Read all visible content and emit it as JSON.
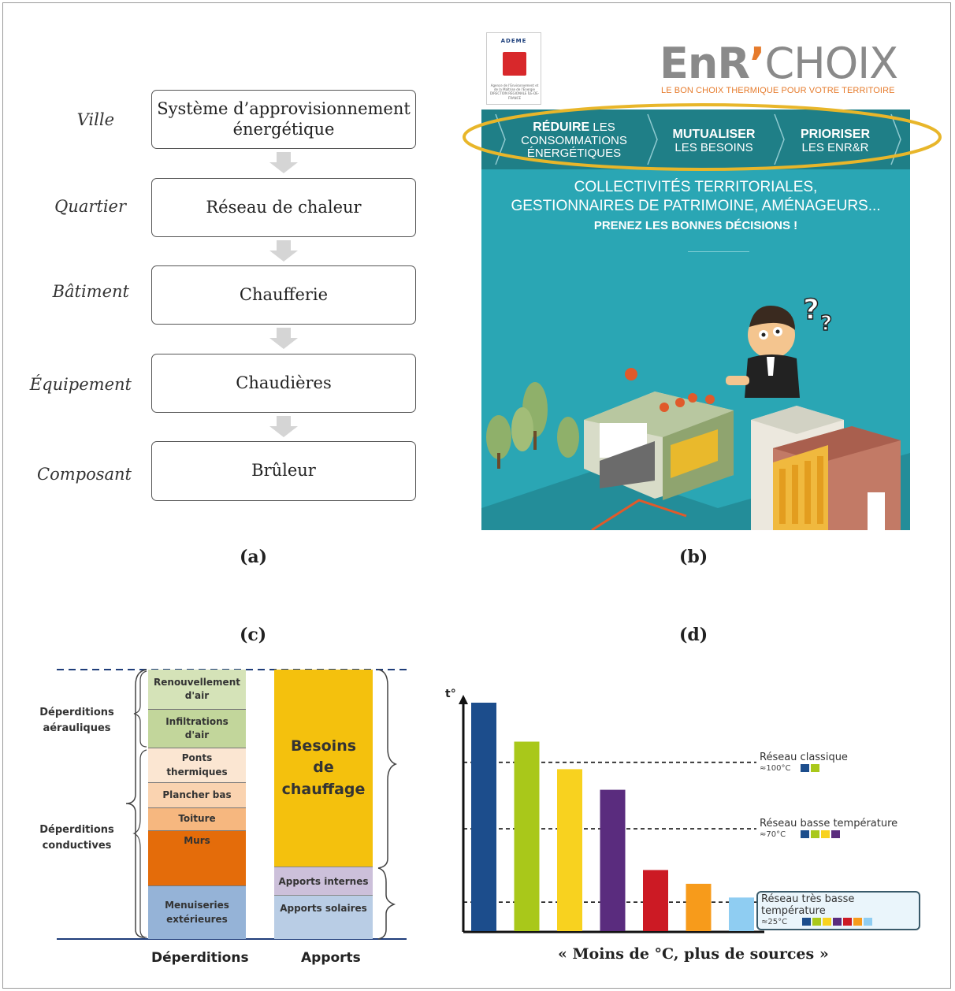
{
  "panel_a": {
    "caption": "(a)",
    "rows": [
      {
        "level": "Ville",
        "box": "Système d’approvisionnement énergétique"
      },
      {
        "level": "Quartier",
        "box": "Réseau de chaleur"
      },
      {
        "level": "Bâtiment",
        "box": "Chaufferie"
      },
      {
        "level": "Équipement",
        "box": "Chaudières"
      },
      {
        "level": "Composant",
        "box": "Brûleur"
      }
    ]
  },
  "panel_b": {
    "caption": "(b)",
    "ademe_text": "ADEME",
    "ademe_sub": "Agence de l'Environnement et de la Maîtrise de l'Énergie DIRECTION RÉGIONALE ÎLE-DE-FRANCE",
    "logo_bold": "EnR",
    "logo_light": "CHOIX",
    "tagline": "LE BON CHOIX THERMIQUE POUR VOTRE TERRITOIRE",
    "nav": [
      {
        "bold": "RÉDUIRE",
        "rest1": " LES",
        "rest2": "CONSOMMATIONS",
        "rest3": "ÉNERGÉTIQUES"
      },
      {
        "bold": "MUTUALISER",
        "rest1": "LES BESOINS"
      },
      {
        "bold": "PRIORISER",
        "rest1": "LES ENR&R"
      }
    ],
    "hero_line1": "COLLECTIVITÉS TERRITORIALES,",
    "hero_line2": "GESTIONNAIRES DE PATRIMOINE, AMÉNAGEURS...",
    "hero_cta": "PRENEZ LES BONNES DÉCISIONS !",
    "highlight_color": "#e8b62a"
  },
  "panel_c": {
    "caption": "(c)",
    "group_labels": {
      "aerauliques": [
        "Déperditions",
        "aérauliques"
      ],
      "conductives": [
        "Déperditions",
        "conductives"
      ]
    },
    "deperditions": [
      {
        "label": "Renouvellement d'air",
        "color": "#d5e3b8"
      },
      {
        "label": "Infiltrations d'air",
        "color": "#c2d69b"
      },
      {
        "label": "Ponts thermiques",
        "color": "#fbe6d2"
      },
      {
        "label": "Plancher bas",
        "color": "#fad3b0"
      },
      {
        "label": "Toiture",
        "color": "#f6b77f"
      },
      {
        "label": "Murs",
        "color": "#e46c0a"
      },
      {
        "label": "Menuiseries extérieures",
        "color": "#95b3d7"
      }
    ],
    "apports": [
      {
        "label": "Besoins de chauffage",
        "color": "#f4c10d"
      },
      {
        "label": "Apports internes",
        "color": "#ccc0da"
      },
      {
        "label": "Apports solaires",
        "color": "#b9cde5"
      }
    ],
    "xlabels": [
      "Déperditions",
      "Apports"
    ]
  },
  "panel_d": {
    "caption": "(d)",
    "ylabel": "t°",
    "footer": "« Moins de °C, plus de sources »",
    "chart_data": {
      "type": "bar",
      "ylabel": "t°",
      "bars": [
        {
          "color": "#1c4d8c",
          "value": 100
        },
        {
          "color": "#a9c81a",
          "value": 83
        },
        {
          "color": "#f8d21f",
          "value": 71
        },
        {
          "color": "#5a2c7e",
          "value": 62
        },
        {
          "color": "#cc1a24",
          "value": 27
        },
        {
          "color": "#f79b1b",
          "value": 21
        },
        {
          "color": "#8fcdf2",
          "value": 15
        }
      ],
      "thresholds": [
        {
          "label": "Réseau classique",
          "sub": "≈100°C",
          "level": 74,
          "swatches": [
            "#1c4d8c",
            "#a9c81a"
          ]
        },
        {
          "label": "Réseau basse température",
          "sub": "≈70°C",
          "level": 45,
          "swatches": [
            "#1c4d8c",
            "#a9c81a",
            "#f8d21f",
            "#5a2c7e"
          ]
        },
        {
          "label": "Réseau très basse température",
          "sub": "≈25°C",
          "level": 13,
          "swatches": [
            "#1c4d8c",
            "#a9c81a",
            "#f8d21f",
            "#5a2c7e",
            "#cc1a24",
            "#f79b1b",
            "#8fcdf2"
          ]
        }
      ]
    }
  }
}
